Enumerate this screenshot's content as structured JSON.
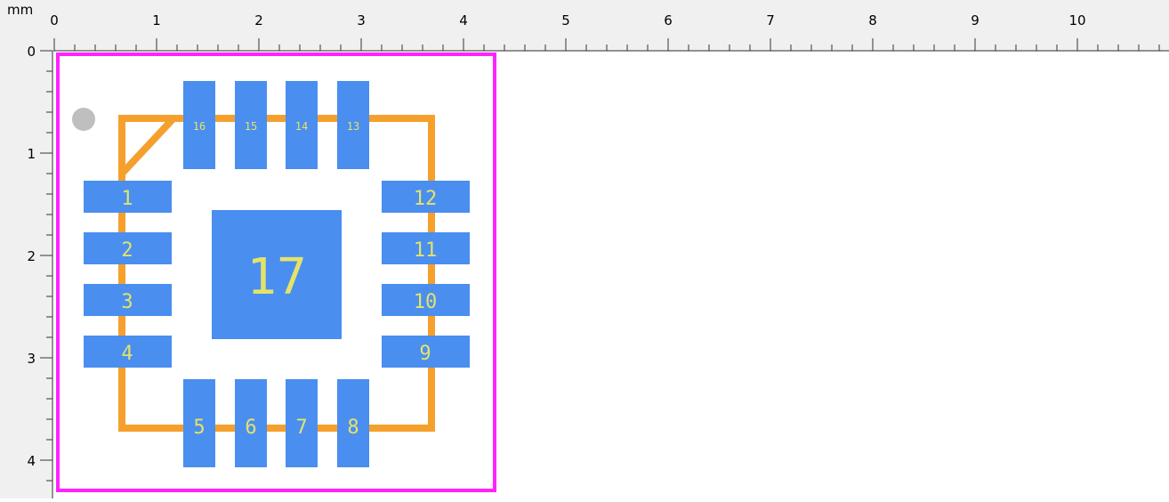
{
  "ruler": {
    "unit": "mm",
    "x_labels": [
      "0",
      "1",
      "2",
      "3",
      "4",
      "5",
      "6",
      "7",
      "8",
      "9",
      "10"
    ],
    "y_labels": [
      "0",
      "1",
      "2",
      "3",
      "4"
    ]
  },
  "colors": {
    "ruler_bg": "#f0f0f0",
    "pad": "#4a8ef0",
    "pad_label": "#e3e36a",
    "silkscreen": "#f5a02c",
    "courtyard": "#ff22ff",
    "pin1_marker": "#bfbfbf"
  },
  "footprint": {
    "pads_top": [
      "16",
      "15",
      "14",
      "13"
    ],
    "pads_bottom": [
      "5",
      "6",
      "7",
      "8"
    ],
    "pads_left": [
      "1",
      "2",
      "3",
      "4"
    ],
    "pads_right": [
      "12",
      "11",
      "10",
      "9"
    ],
    "exposed_pad": "17"
  }
}
